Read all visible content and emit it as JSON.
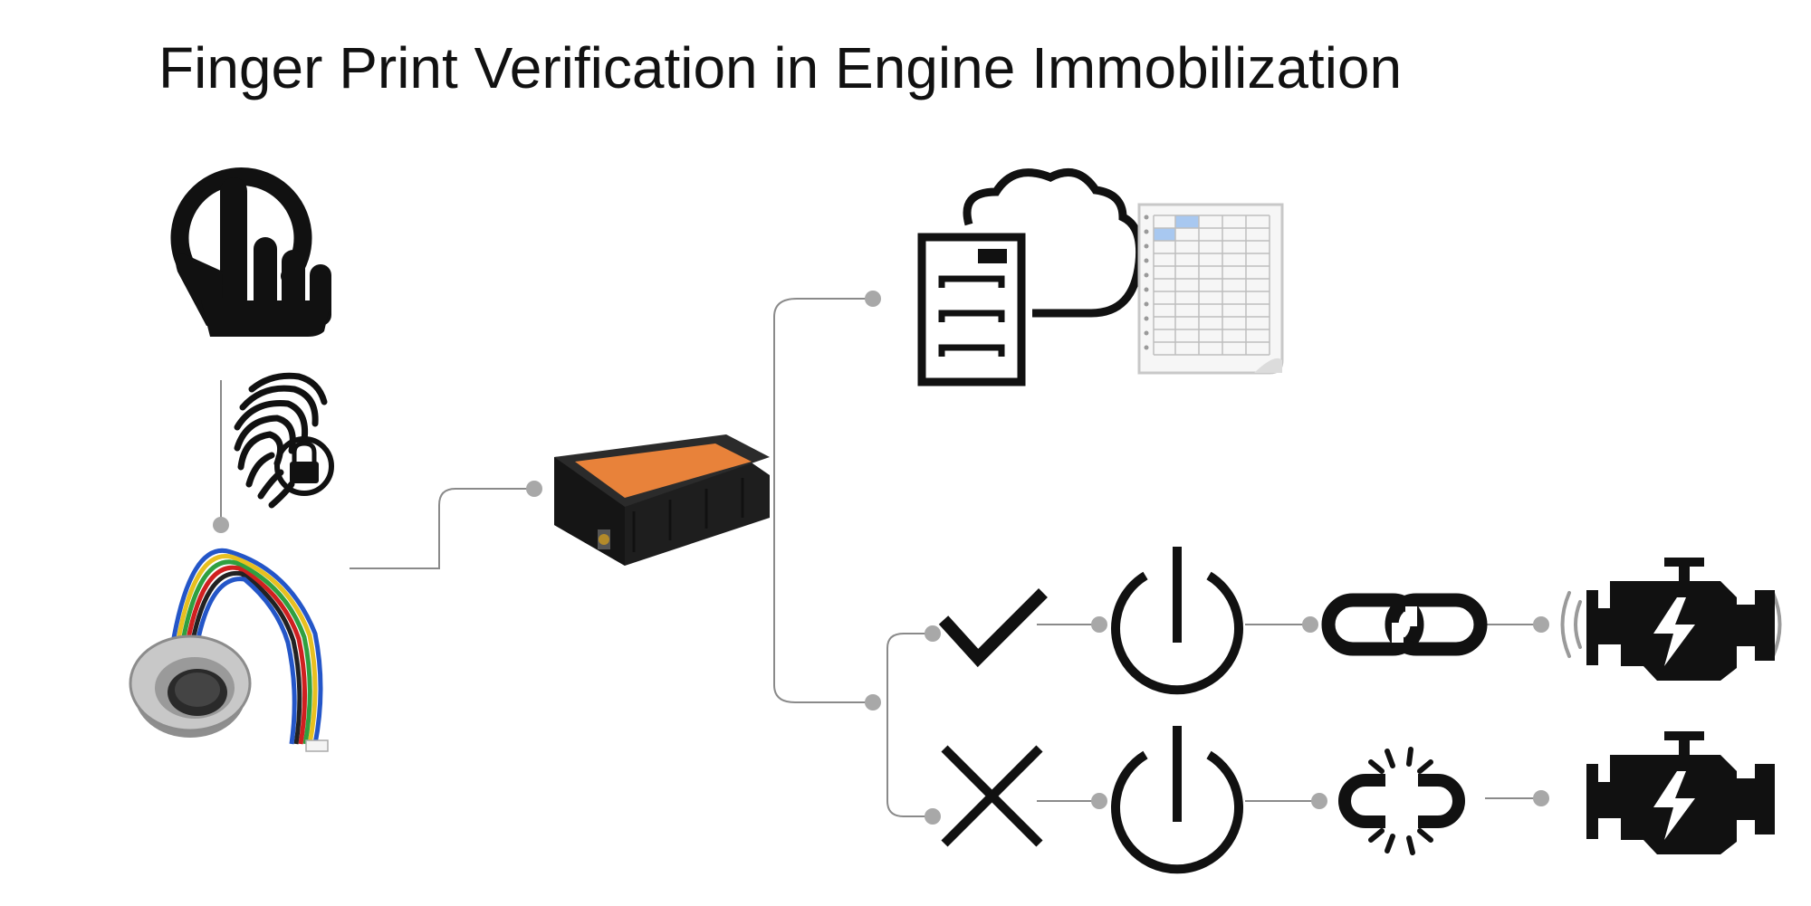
{
  "title": "Finger Print Verification in Engine Immobilization",
  "colors": {
    "line": "#8a8a8a",
    "dot": "#a8a8a8",
    "icon": "#111111",
    "device_orange": "#e8823a",
    "device_body": "#1e1e1e",
    "sheet_highlight": "#a8c8f0"
  },
  "icons": {
    "touch": "hand-tap-icon",
    "fingerprint": "fingerprint-lock-icon",
    "sensor": "fingerprint-sensor-module",
    "tracker": "gps-tracker-device",
    "server": "server-cloud-icon",
    "sheet": "spreadsheet-icon",
    "ok": "checkmark-icon",
    "fail": "cross-icon",
    "power": "power-icon",
    "link": "link-icon",
    "broken_link": "broken-link-icon",
    "engine": "engine-icon"
  }
}
